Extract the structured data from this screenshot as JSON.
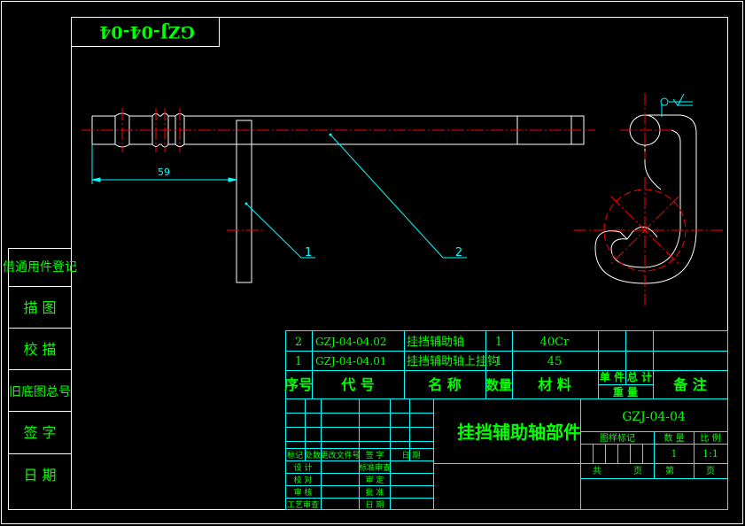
{
  "drawing": {
    "code_mirrored": "GZJ-04-04",
    "dimension_59": "59",
    "balloon_1": "1",
    "balloon_2": "2"
  },
  "left_strip": [
    "借通用件登记",
    "描  图",
    "校  描",
    "旧底图总号",
    "签  字",
    "日  期"
  ],
  "bom": {
    "rows": [
      {
        "no": "2",
        "code": "GZJ-04-04.02",
        "name": "挂挡辅助轴",
        "qty": "1",
        "material": "40Cr"
      },
      {
        "no": "1",
        "code": "GZJ-04-04.01",
        "name": "挂挡辅助轴上挂钩",
        "qty": "1",
        "material": "45"
      }
    ],
    "header": {
      "no": "序号",
      "code": "代    号",
      "name": "名    称",
      "qty": "数量",
      "material": "材    料",
      "unit_weight": "单 件",
      "total_weight": "总 计",
      "weight": "重    量",
      "remarks": "备    注"
    }
  },
  "title_block": {
    "part_name": "挂挡辅助轴部件",
    "drawing_no": "GZJ-04-04",
    "labels": {
      "mark": "标记",
      "count": "处数",
      "change_doc": "更改文件号",
      "sign": "签  字",
      "date": "日 期",
      "design": "设  计",
      "check": "校  对",
      "review": "审  核",
      "process": "工艺审查",
      "standard": "标准审查",
      "audit": "审  定",
      "approve": "批  准",
      "date2": "日  期",
      "stage_mark": "图样标记",
      "quantity": "数  量",
      "scale": "比  例",
      "total": "共",
      "sheets": "页",
      "sheet_no": "第",
      "page": "页"
    },
    "quantity_value": "1",
    "scale_value": "1:1"
  },
  "colors": {
    "frame": "#ffffff",
    "table": "#00ffff",
    "text": "#00ff00",
    "center_line": "#ff0000"
  }
}
